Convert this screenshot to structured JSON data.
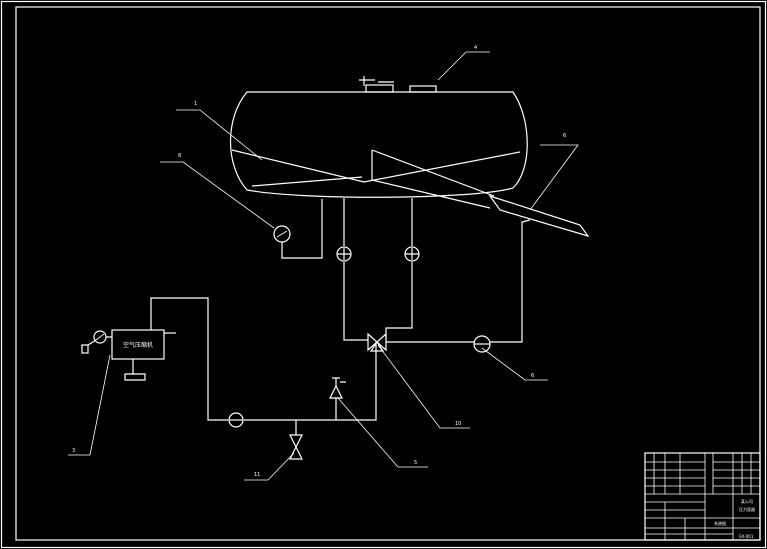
{
  "diagram": {
    "callouts": [
      {
        "id": "c1",
        "text": "1"
      },
      {
        "id": "c2",
        "text": "8"
      },
      {
        "id": "c3",
        "text": "4"
      },
      {
        "id": "c4",
        "text": "6"
      },
      {
        "id": "c5",
        "text": "10"
      },
      {
        "id": "c6",
        "text": "6"
      },
      {
        "id": "c7",
        "text": "5"
      },
      {
        "id": "c8",
        "text": "3"
      },
      {
        "id": "c9",
        "text": "11"
      }
    ],
    "pump_box_label": "空气压缩机",
    "colors": {
      "background": "#000000",
      "line": "#ffffff"
    }
  },
  "title_block": {
    "title_line_1": "某公司",
    "title_line_2": "压力容器",
    "title_line_3": "系统图",
    "drawing_no": "GX-001"
  }
}
